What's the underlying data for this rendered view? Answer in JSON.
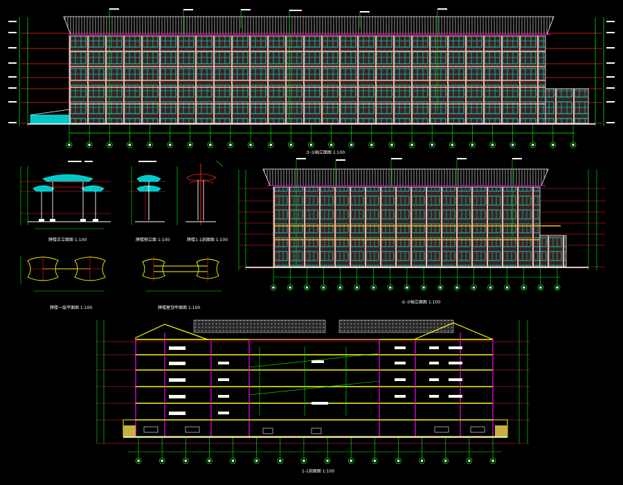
{
  "drawing": {
    "elevation_top_scale": "1:100",
    "elevation_mid_scale": "1:100",
    "section_scale": "1:100",
    "gate_front_scale": "1:100",
    "gate_side_scale": "1:100",
    "gate_side2_scale": "1:100",
    "gate_plan1_scale": "1:100",
    "gate_plan2_scale": "1:100"
  },
  "colors": {
    "background": "#000000",
    "level_line": "#ff2020",
    "dimension": "#00ff00",
    "window": "#00ffff",
    "facade": "#ffb0a0",
    "roof": "#c8c8c8",
    "section_wall": "#ff00ff",
    "floor_slab": "#ffff00",
    "white": "#ffffff"
  }
}
